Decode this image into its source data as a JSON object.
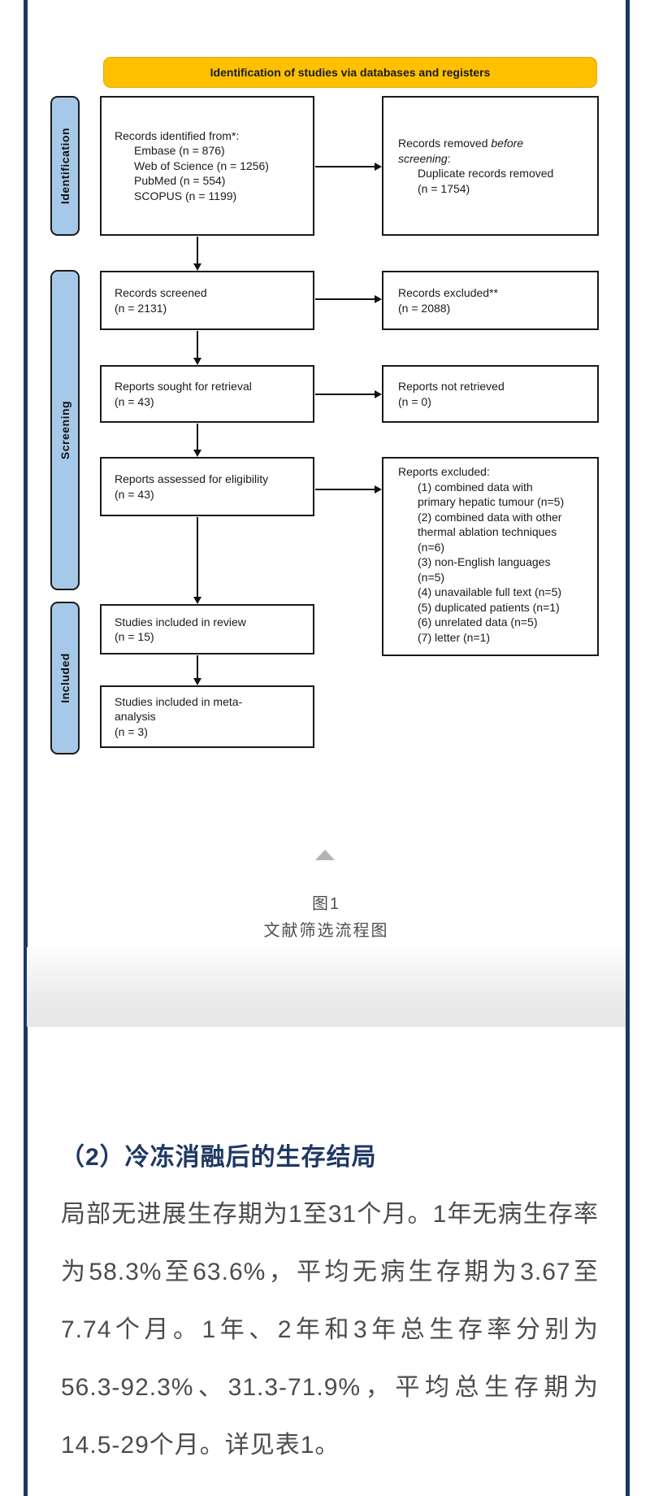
{
  "flowchart": {
    "banner_label": "Identification of studies via databases and registers",
    "stage_labels": {
      "identification": "Identification",
      "screening": "Screening",
      "included": "Included"
    },
    "records_identified": {
      "title": "Records identified from*:",
      "items": [
        "Embase (n = 876)",
        "Web of Science (n = 1256)",
        "PubMed (n = 554)",
        "SCOPUS (n = 1199)"
      ]
    },
    "records_removed": {
      "prefix": "Records removed ",
      "italic_before": "before",
      "italic_screening": "screening",
      "colon": ":",
      "items": [
        "Duplicate records removed",
        "(n = 1754)"
      ]
    },
    "records_screened": {
      "line1": "Records screened",
      "line2": "(n = 2131)"
    },
    "records_excluded": {
      "line1": "Records excluded**",
      "line2": "(n = 2088)"
    },
    "reports_sought": {
      "line1": "Reports sought for retrieval",
      "line2": "(n = 43)"
    },
    "reports_not_retrieved": {
      "line1": "Reports not retrieved",
      "line2": "(n = 0)"
    },
    "reports_assessed": {
      "line1": "Reports assessed for eligibility",
      "line2": "(n = 43)"
    },
    "reports_excluded": {
      "title": "Reports excluded:",
      "reasons": [
        "(1) combined data with",
        "primary hepatic tumour (n=5)",
        "(2) combined data with other",
        "thermal ablation techniques",
        "(n=6)",
        "(3) non-English languages",
        "(n=5)",
        "(4) unavailable full text (n=5)",
        "(5) duplicated patients (n=1)",
        "(6) unrelated data (n=5)",
        "(7) letter (n=1)"
      ]
    },
    "studies_review": {
      "line1": "Studies included in review",
      "line2": "(n = 15)"
    },
    "studies_meta": {
      "line1": "Studies included in meta-",
      "line2": "analysis",
      "line3": "(n = 3)"
    }
  },
  "figure": {
    "caption_line1": "图1",
    "caption_line2": "文献筛选流程图"
  },
  "article": {
    "heading": "（2）冷冻消融后的生存结局",
    "body_lines": [
      "局部无进展生存期为1至31个月。1年无病生存率",
      "为58.3%至63.6%，平均无病生存期为3.67至",
      "7.74个月。1年、2年和3年总生存率分别为",
      "56.3-92.3%、31.3-71.9%，平均总生存期为",
      "14.5-29个月。详见表1。"
    ]
  },
  "colors": {
    "banner_bg": "#ffc000",
    "stage_bg": "#a6c9e9",
    "frame_navy": "#1a3768",
    "heading_navy": "#1f3864",
    "body_grey": "#4c4c4c"
  }
}
